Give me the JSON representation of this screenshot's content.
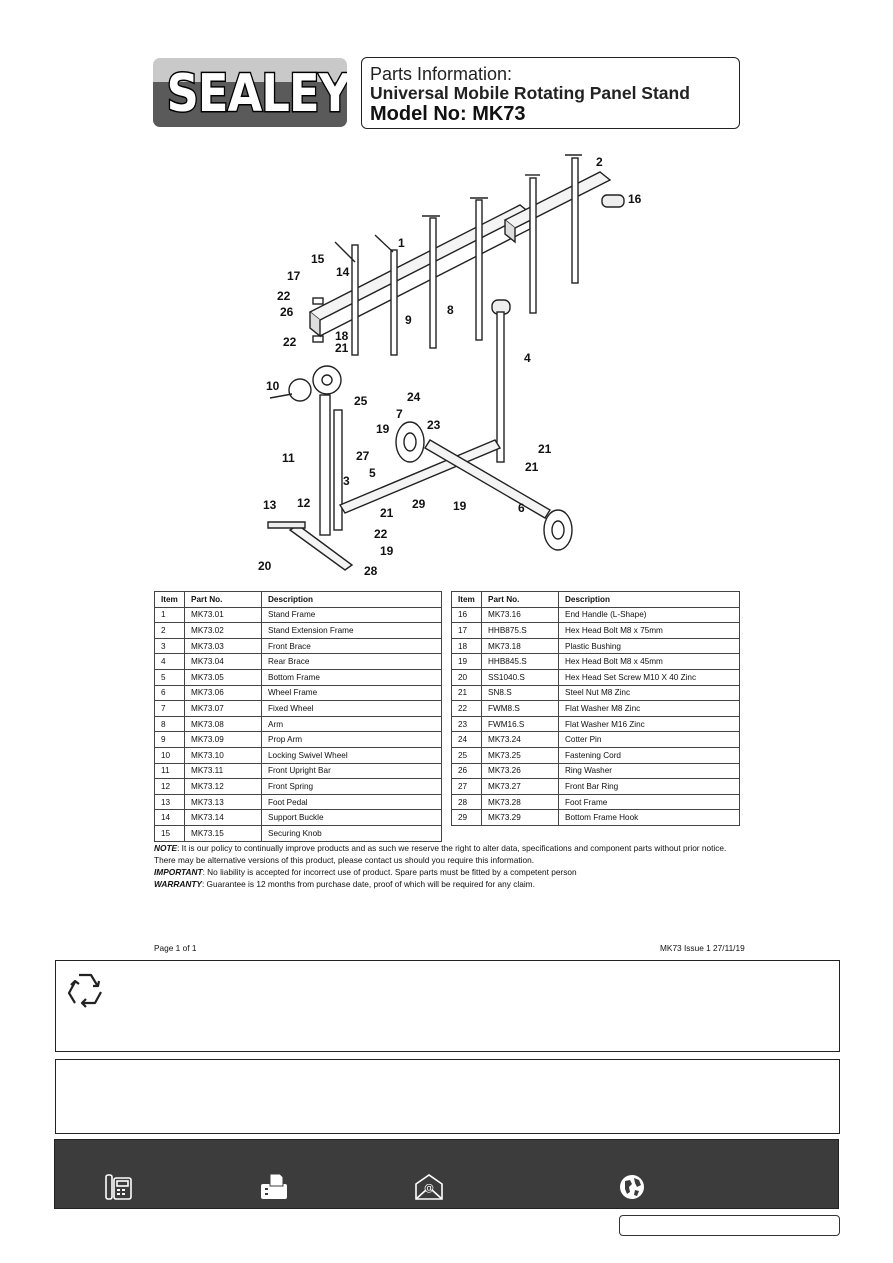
{
  "header": {
    "brand": "SEALEY",
    "line1": "Parts Information:",
    "line2": "Universal Mobile Rotating Panel Stand",
    "line3": "Model No: MK73"
  },
  "callouts": [
    "1",
    "2",
    "3",
    "4",
    "5",
    "6",
    "7",
    "8",
    "9",
    "10",
    "11",
    "12",
    "13",
    "14",
    "15",
    "16",
    "17",
    "18",
    "19",
    "19",
    "19",
    "20",
    "21",
    "21",
    "21",
    "21",
    "22",
    "22",
    "22",
    "23",
    "24",
    "25",
    "26",
    "27",
    "28",
    "29"
  ],
  "table_headers": {
    "item": "Item",
    "part": "Part No.",
    "desc": "Description"
  },
  "parts_left": [
    {
      "item": "1",
      "part": "MK73.01",
      "desc": "Stand Frame"
    },
    {
      "item": "2",
      "part": "MK73.02",
      "desc": "Stand Extension Frame"
    },
    {
      "item": "3",
      "part": "MK73.03",
      "desc": "Front Brace"
    },
    {
      "item": "4",
      "part": "MK73.04",
      "desc": "Rear Brace"
    },
    {
      "item": "5",
      "part": "MK73.05",
      "desc": "Bottom Frame"
    },
    {
      "item": "6",
      "part": "MK73.06",
      "desc": "Wheel Frame"
    },
    {
      "item": "7",
      "part": "MK73.07",
      "desc": "Fixed Wheel"
    },
    {
      "item": "8",
      "part": "MK73.08",
      "desc": "Arm"
    },
    {
      "item": "9",
      "part": "MK73.09",
      "desc": "Prop Arm"
    },
    {
      "item": "10",
      "part": "MK73.10",
      "desc": "Locking Swivel Wheel"
    },
    {
      "item": "11",
      "part": "MK73.11",
      "desc": "Front Upright Bar"
    },
    {
      "item": "12",
      "part": "MK73.12",
      "desc": "Front Spring"
    },
    {
      "item": "13",
      "part": "MK73.13",
      "desc": "Foot Pedal"
    },
    {
      "item": "14",
      "part": "MK73.14",
      "desc": "Support Buckle"
    },
    {
      "item": "15",
      "part": "MK73.15",
      "desc": "Securing Knob"
    }
  ],
  "parts_right": [
    {
      "item": "16",
      "part": "MK73.16",
      "desc": "End Handle (L-Shape)"
    },
    {
      "item": "17",
      "part": "HHB875.S",
      "desc": "Hex Head Bolt M8 x 75mm"
    },
    {
      "item": "18",
      "part": "MK73.18",
      "desc": "Plastic Bushing"
    },
    {
      "item": "19",
      "part": "HHB845.S",
      "desc": "Hex Head Bolt M8 x 45mm"
    },
    {
      "item": "20",
      "part": "SS1040.S",
      "desc": "Hex Head Set Screw M10 X 40 Zinc"
    },
    {
      "item": "21",
      "part": "SN8.S",
      "desc": "Steel Nut M8 Zinc"
    },
    {
      "item": "22",
      "part": "FWM8.S",
      "desc": "Flat Washer M8 Zinc"
    },
    {
      "item": "23",
      "part": "FWM16.S",
      "desc": "Flat Washer M16 Zinc"
    },
    {
      "item": "24",
      "part": "MK73.24",
      "desc": "Cotter Pin"
    },
    {
      "item": "25",
      "part": "MK73.25",
      "desc": "Fastening Cord"
    },
    {
      "item": "26",
      "part": "MK73.26",
      "desc": "Ring Washer"
    },
    {
      "item": "27",
      "part": "MK73.27",
      "desc": "Front Bar Ring"
    },
    {
      "item": "28",
      "part": "MK73.28",
      "desc": "Foot Frame"
    },
    {
      "item": "29",
      "part": "MK73.29",
      "desc": "Bottom Frame Hook"
    }
  ],
  "notes": {
    "note_label": "NOTE",
    "note_text": ": It is our policy to continually improve products and as such we reserve the right to alter data, specifications and component parts without prior notice.",
    "note_text2": "There may be alternative versions of this product, please contact us should you require this information.",
    "important_label": "IMPORTANT",
    "important_text": ": No liability is accepted for incorrect use of product. Spare parts must be fitted by a competent person",
    "warranty_label": "WARRANTY",
    "warranty_text": ": Guarantee is 12 months from purchase date, proof of which will be required for any claim."
  },
  "footer": {
    "page": "Page 1 of 1",
    "issue": "MK73 Issue 1  27/11/19"
  },
  "contact_icons": [
    "phone-icon",
    "fax-icon",
    "email-icon",
    "globe-icon"
  ],
  "colors": {
    "contact_bar": "#3c3c3c",
    "logo_dark": "#5a5a5a",
    "logo_light": "#c9c9c9"
  }
}
